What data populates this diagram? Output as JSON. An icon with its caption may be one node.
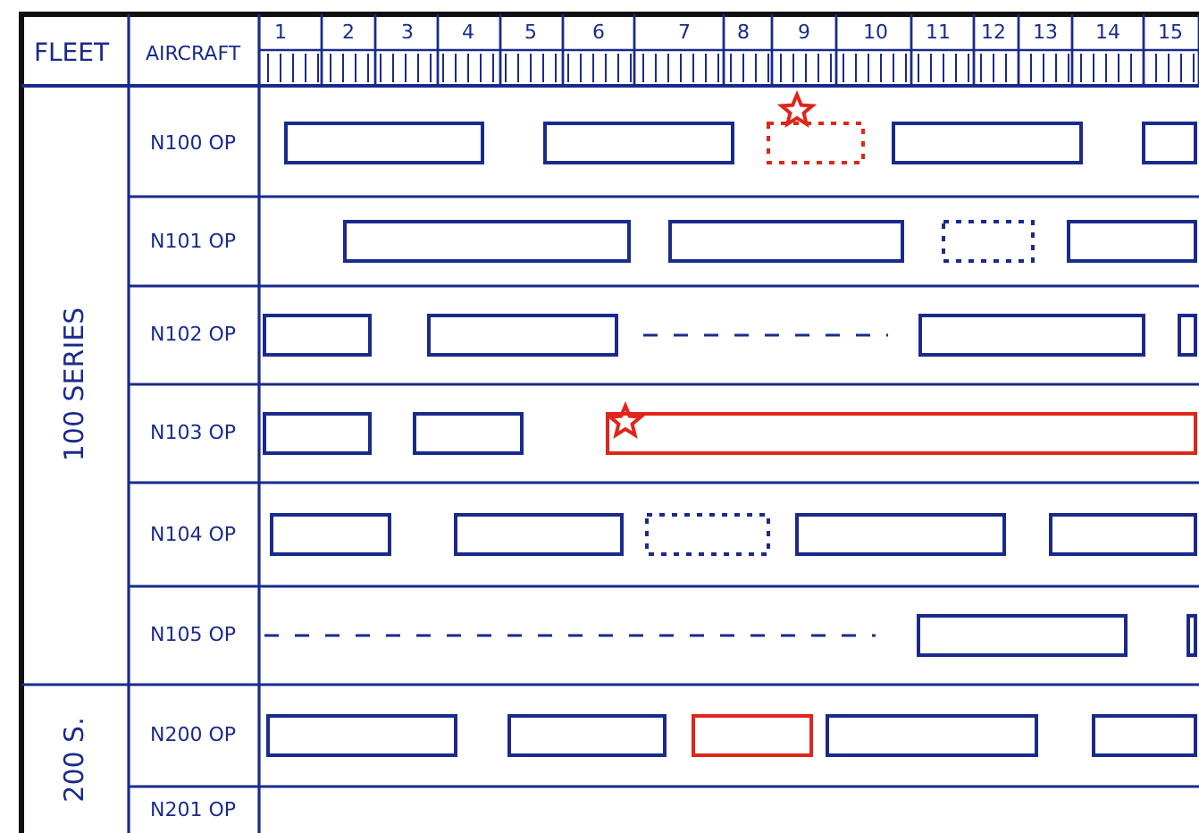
{
  "diagram": {
    "labels": [
      "FLEET",
      "AIRCRAFT",
      "1",
      "2",
      "3",
      "4",
      "5",
      "6",
      "7",
      "8",
      "9",
      "10",
      "11",
      "12",
      "13",
      "14",
      "15",
      "100 SERIES",
      "N100 OP",
      "N101 OP",
      "N102 OP",
      "N103 OP",
      "N104 OP",
      "N105 OP",
      "200 S.",
      "N200 OP",
      "N201 OP"
    ]
  }
}
